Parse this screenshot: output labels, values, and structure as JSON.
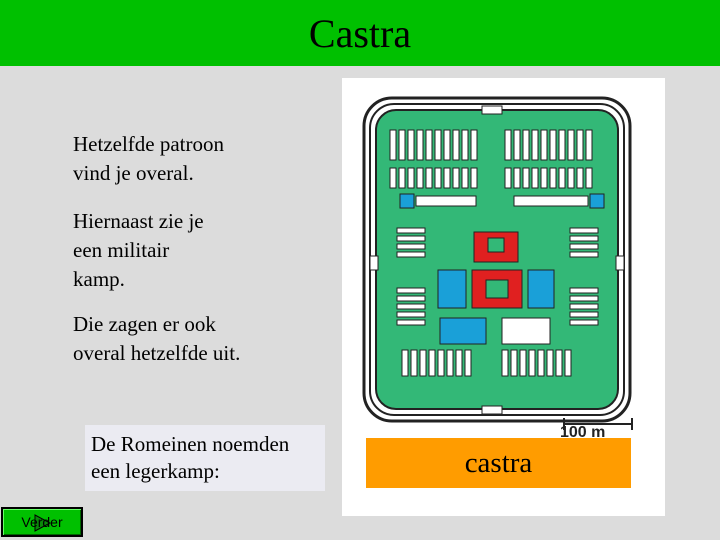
{
  "header": {
    "title": "Castra"
  },
  "text": {
    "paragraph_1": "Hetzelfde patroon\nvind je overal.",
    "paragraph_2": "Hiernaast zie je\neen militair\nkamp.",
    "paragraph_3": "Die zagen er ook\noveral hetzelfde uit.",
    "callout": "De Romeinen noemden\neen legerkamp:"
  },
  "map": {
    "scale_label": "100 m"
  },
  "answer": {
    "label": "castra"
  },
  "nav": {
    "next_label": "Verder"
  },
  "colors": {
    "title_bar": "#00c000",
    "background": "#dcdcdc",
    "camp_green": "#33b877",
    "camp_red": "#e02020",
    "camp_blue": "#1aa0d8",
    "answer_box": "#ff9c00",
    "callout_box": "#ebebf2"
  }
}
